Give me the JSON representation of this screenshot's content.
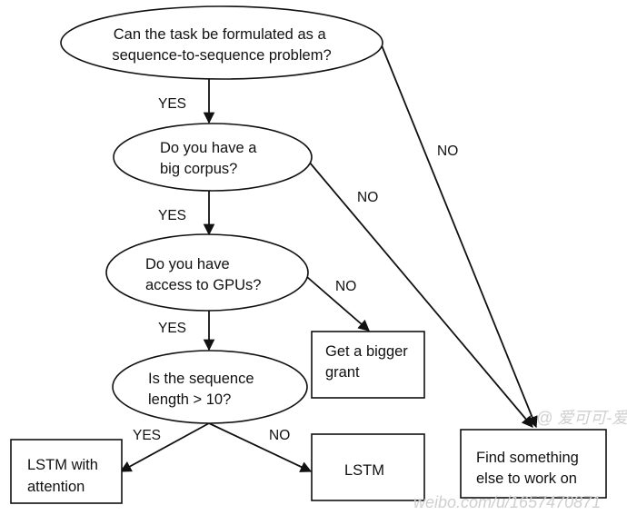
{
  "nodes": {
    "q1": {
      "lines": [
        "Can the task be formulated as a",
        "sequence-to-sequence problem?"
      ]
    },
    "q2": {
      "lines": [
        "Do you have a",
        "big corpus?"
      ]
    },
    "q3": {
      "lines": [
        "Do you have",
        "access to GPUs?"
      ]
    },
    "q4": {
      "lines": [
        "Is the sequence",
        "length > 10?"
      ]
    },
    "bigger_grant": {
      "lines": [
        "Get a bigger",
        "grant"
      ]
    },
    "lstm_attention": {
      "lines": [
        "LSTM with",
        "attention"
      ]
    },
    "lstm": {
      "lines": [
        "LSTM"
      ]
    },
    "find_else": {
      "lines": [
        "Find something",
        "else to work on"
      ]
    }
  },
  "edges": {
    "q1_yes": "YES",
    "q1_no": "NO",
    "q2_yes": "YES",
    "q2_no": "NO",
    "q3_yes": "YES",
    "q3_no": "NO",
    "q4_yes": "YES",
    "q4_no": "NO"
  },
  "watermark": {
    "text": "weibo.com/u/1657470871",
    "logo_text": "@ 爱可可-爱生活"
  }
}
